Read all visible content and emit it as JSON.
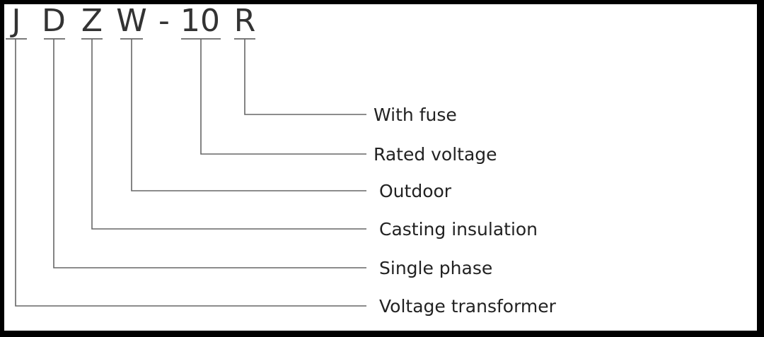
{
  "model_code": {
    "characters": [
      "J",
      "D",
      "Z",
      "W",
      "-",
      "10",
      "R"
    ]
  },
  "descriptions": [
    "With fuse",
    "Rated voltage",
    "Outdoor",
    "Casting insulation",
    "Single phase",
    "Voltage transformer"
  ],
  "colors": {
    "frame_border": "#000000",
    "background": "#ffffff",
    "lines": "#666666",
    "text": "#222222"
  }
}
